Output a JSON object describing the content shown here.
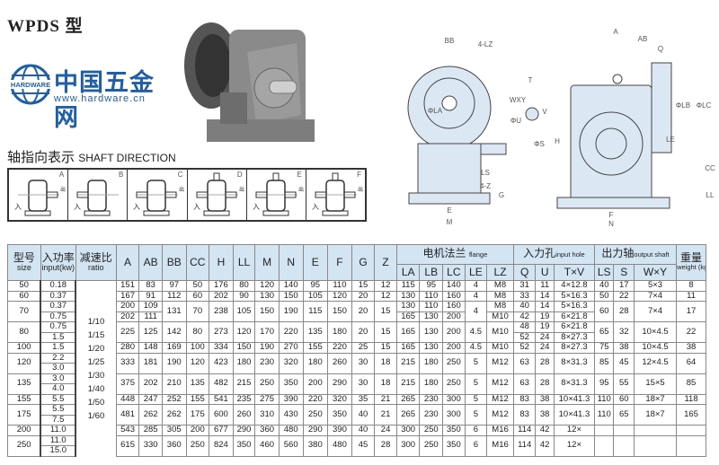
{
  "title": "WPDS 型",
  "shaft_direction": {
    "title_cn": "轴指向表示",
    "title_en": "SHAFT DIRECTION",
    "variants": [
      "A",
      "B",
      "C",
      "D",
      "E",
      "F"
    ],
    "in_label": "入",
    "out_label": "出"
  },
  "drawing_labels": [
    "BB",
    "4-LZ",
    "WXY",
    "T",
    "V",
    "ΦU",
    "ΦS",
    "LS",
    "4-Z",
    "G",
    "E",
    "M",
    "ΦLA",
    "A",
    "AB",
    "Q",
    "H",
    "ΦLB",
    "ΦLC",
    "LE",
    "CC",
    "LL",
    "F",
    "N"
  ],
  "table": {
    "headers": {
      "size_cn": "型号",
      "size_en": "size",
      "input_cn": "入功率",
      "input_en": "input(kw)",
      "ratio_cn": "减速比",
      "ratio_en": "ratio",
      "dims": [
        "A",
        "AB",
        "BB",
        "CC",
        "H",
        "LL",
        "M",
        "N",
        "E",
        "F",
        "G",
        "Z"
      ],
      "flange_cn": "电机法兰",
      "flange_en": "flange",
      "flange_cols": [
        "LA",
        "LB",
        "LC",
        "LE",
        "LZ"
      ],
      "input_hole_cn": "入力孔",
      "input_hole_en": "input hole",
      "input_hole_cols": [
        "Q",
        "U",
        "T×V"
      ],
      "output_cn": "出力轴",
      "output_en": "output shaft",
      "output_cols": [
        "LS",
        "S",
        "W×Y"
      ],
      "weight_cn": "重量",
      "weight_en": "weight (kg)"
    },
    "ratios": [
      "1/10",
      "1/15",
      "1/20",
      "1/25",
      "1/30",
      "1/40",
      "1/50",
      "1/60"
    ],
    "rows": [
      [
        {
          "v": "50"
        },
        {
          "v": "0.18"
        },
        {
          "ratio": true
        },
        "151",
        "83",
        "97",
        "50",
        "176",
        "80",
        "120",
        "140",
        "95",
        "110",
        "15",
        "12",
        "115",
        "95",
        "140",
        "4",
        "M8",
        "31",
        "11",
        "4×12.8",
        "40",
        "17",
        "5×3",
        "8"
      ],
      [
        "60",
        "0.37",
        "167",
        "91",
        "112",
        "60",
        "202",
        "90",
        "130",
        "150",
        "105",
        "120",
        "20",
        "12",
        "130",
        "110",
        "160",
        "4",
        "M8",
        "33",
        "14",
        "5×16.3",
        "50",
        "22",
        "7×4",
        "11"
      ],
      [
        {
          "v": "70",
          "rs": 2
        },
        "0.37",
        "200",
        "109",
        {
          "v": "131",
          "rs": 2
        },
        {
          "v": "70",
          "rs": 2
        },
        {
          "v": "238",
          "rs": 2
        },
        {
          "v": "105",
          "rs": 2
        },
        {
          "v": "150",
          "rs": 2
        },
        {
          "v": "190",
          "rs": 2
        },
        {
          "v": "115",
          "rs": 2
        },
        {
          "v": "150",
          "rs": 2
        },
        {
          "v": "20",
          "rs": 2
        },
        {
          "v": "15",
          "rs": 2
        },
        "130",
        "110",
        "160",
        {
          "v": "4",
          "rs": 2
        },
        "M8",
        "40",
        "14",
        "5×16.3",
        {
          "v": "60",
          "rs": 2
        },
        {
          "v": "28",
          "rs": 2
        },
        {
          "v": "7×4",
          "rs": 2
        },
        {
          "v": "17",
          "rs": 2
        }
      ],
      [
        "0.75",
        "202",
        "111",
        "165",
        "130",
        "200",
        "M10",
        "42",
        "19",
        "6×21.8"
      ],
      [
        {
          "v": "80",
          "rs": 2
        },
        "0.75",
        {
          "v": "225",
          "rs": 2
        },
        {
          "v": "125",
          "rs": 2
        },
        {
          "v": "142",
          "rs": 2
        },
        {
          "v": "80",
          "rs": 2
        },
        {
          "v": "273",
          "rs": 2
        },
        {
          "v": "120",
          "rs": 2
        },
        {
          "v": "170",
          "rs": 2
        },
        {
          "v": "220",
          "rs": 2
        },
        {
          "v": "135",
          "rs": 2
        },
        {
          "v": "180",
          "rs": 2
        },
        {
          "v": "20",
          "rs": 2
        },
        {
          "v": "15",
          "rs": 2
        },
        {
          "v": "165",
          "rs": 2
        },
        {
          "v": "130",
          "rs": 2
        },
        {
          "v": "200",
          "rs": 2
        },
        {
          "v": "4.5",
          "rs": 2
        },
        {
          "v": "M10",
          "rs": 2
        },
        "48",
        "19",
        "6×21.8",
        {
          "v": "65",
          "rs": 2
        },
        {
          "v": "32",
          "rs": 2
        },
        {
          "v": "10×4.5",
          "rs": 2
        },
        {
          "v": "22",
          "rs": 2
        }
      ],
      [
        "1.5",
        "52",
        "24",
        "8×27.3"
      ],
      [
        "100",
        "1.5",
        "280",
        "148",
        "169",
        "100",
        "334",
        "150",
        "190",
        "270",
        "155",
        "220",
        "25",
        "15",
        "165",
        "130",
        "200",
        "4.5",
        "M10",
        "52",
        "24",
        "8×27.3",
        "75",
        "38",
        "10×4.5",
        "38"
      ],
      [
        {
          "v": "120",
          "rs": 2
        },
        "2.2",
        {
          "v": "333",
          "rs": 2
        },
        {
          "v": "181",
          "rs": 2
        },
        {
          "v": "190",
          "rs": 2
        },
        {
          "v": "120",
          "rs": 2
        },
        {
          "v": "423",
          "rs": 2
        },
        {
          "v": "180",
          "rs": 2
        },
        {
          "v": "230",
          "rs": 2
        },
        {
          "v": "320",
          "rs": 2
        },
        {
          "v": "180",
          "rs": 2
        },
        {
          "v": "260",
          "rs": 2
        },
        {
          "v": "30",
          "rs": 2
        },
        {
          "v": "18",
          "rs": 2
        },
        {
          "v": "215",
          "rs": 2
        },
        {
          "v": "180",
          "rs": 2
        },
        {
          "v": "250",
          "rs": 2
        },
        {
          "v": "5",
          "rs": 2
        },
        {
          "v": "M12",
          "rs": 2
        },
        {
          "v": "63",
          "rs": 2
        },
        {
          "v": "28",
          "rs": 2
        },
        {
          "v": "8×31.3",
          "rs": 2
        },
        {
          "v": "85",
          "rs": 2
        },
        {
          "v": "45",
          "rs": 2
        },
        {
          "v": "12×4.5",
          "rs": 2
        },
        {
          "v": "64",
          "rs": 2
        }
      ],
      [
        "3.0"
      ],
      [
        {
          "v": "135",
          "rs": 2
        },
        "3.0",
        {
          "v": "375",
          "rs": 2
        },
        {
          "v": "202",
          "rs": 2
        },
        {
          "v": "210",
          "rs": 2
        },
        {
          "v": "135",
          "rs": 2
        },
        {
          "v": "482",
          "rs": 2
        },
        {
          "v": "215",
          "rs": 2
        },
        {
          "v": "250",
          "rs": 2
        },
        {
          "v": "350",
          "rs": 2
        },
        {
          "v": "200",
          "rs": 2
        },
        {
          "v": "290",
          "rs": 2
        },
        {
          "v": "30",
          "rs": 2
        },
        {
          "v": "18",
          "rs": 2
        },
        {
          "v": "215",
          "rs": 2
        },
        {
          "v": "180",
          "rs": 2
        },
        {
          "v": "250",
          "rs": 2
        },
        {
          "v": "5",
          "rs": 2
        },
        {
          "v": "M12",
          "rs": 2
        },
        {
          "v": "63",
          "rs": 2
        },
        {
          "v": "28",
          "rs": 2
        },
        {
          "v": "8×31.3",
          "rs": 2
        },
        {
          "v": "95",
          "rs": 2
        },
        {
          "v": "55",
          "rs": 2
        },
        {
          "v": "15×5",
          "rs": 2
        },
        {
          "v": "85",
          "rs": 2
        }
      ],
      [
        "4.0"
      ],
      [
        "155",
        "5.5",
        "448",
        "247",
        "252",
        "155",
        "541",
        "235",
        "275",
        "390",
        "220",
        "320",
        "35",
        "21",
        "265",
        "230",
        "300",
        "5",
        "M12",
        "83",
        "38",
        "10×41.3",
        "110",
        "60",
        "18×7",
        "118"
      ],
      [
        {
          "v": "175",
          "rs": 2
        },
        "5.5",
        {
          "v": "481",
          "rs": 2
        },
        {
          "v": "262",
          "rs": 2
        },
        {
          "v": "262",
          "rs": 2
        },
        {
          "v": "175",
          "rs": 2
        },
        {
          "v": "600",
          "rs": 2
        },
        {
          "v": "260",
          "rs": 2
        },
        {
          "v": "310",
          "rs": 2
        },
        {
          "v": "430",
          "rs": 2
        },
        {
          "v": "250",
          "rs": 2
        },
        {
          "v": "350",
          "rs": 2
        },
        {
          "v": "40",
          "rs": 2
        },
        {
          "v": "21",
          "rs": 2
        },
        {
          "v": "265",
          "rs": 2
        },
        {
          "v": "230",
          "rs": 2
        },
        {
          "v": "300",
          "rs": 2
        },
        {
          "v": "5",
          "rs": 2
        },
        {
          "v": "M12",
          "rs": 2
        },
        {
          "v": "83",
          "rs": 2
        },
        {
          "v": "38",
          "rs": 2
        },
        {
          "v": "10×41.3",
          "rs": 2
        },
        {
          "v": "110",
          "rs": 2
        },
        {
          "v": "65",
          "rs": 2
        },
        {
          "v": "18×7",
          "rs": 2
        },
        {
          "v": "165",
          "rs": 2
        }
      ],
      [
        "7.5"
      ],
      [
        "200",
        "11.0",
        "543",
        "285",
        "305",
        "200",
        "677",
        "290",
        "360",
        "480",
        "290",
        "390",
        "40",
        "24",
        "300",
        "250",
        "350",
        "6",
        "M16",
        "114",
        "42",
        "12×",
        "",
        "",
        "",
        ""
      ],
      [
        {
          "v": "250",
          "rs": 2
        },
        "11.0",
        {
          "v": "615",
          "rs": 2
        },
        {
          "v": "330",
          "rs": 2
        },
        {
          "v": "360",
          "rs": 2
        },
        {
          "v": "250",
          "rs": 2
        },
        {
          "v": "824",
          "rs": 2
        },
        {
          "v": "350",
          "rs": 2
        },
        {
          "v": "460",
          "rs": 2
        },
        {
          "v": "560",
          "rs": 2
        },
        {
          "v": "380",
          "rs": 2
        },
        {
          "v": "480",
          "rs": 2
        },
        {
          "v": "45",
          "rs": 2
        },
        {
          "v": "28",
          "rs": 2
        },
        {
          "v": "300",
          "rs": 2
        },
        {
          "v": "250",
          "rs": 2
        },
        {
          "v": "350",
          "rs": 2
        },
        {
          "v": "6",
          "rs": 2
        },
        {
          "v": "M16",
          "rs": 2
        },
        {
          "v": "114",
          "rs": 2
        },
        {
          "v": "42",
          "rs": 2
        },
        {
          "v": "12×",
          "rs": 2
        },
        {
          "v": "",
          "rs": 2
        },
        {
          "v": "",
          "rs": 2
        },
        {
          "v": "",
          "rs": 2
        },
        {
          "v": "",
          "rs": 2
        }
      ],
      [
        "15.0"
      ]
    ]
  },
  "watermark": {
    "cn": "中国五金网",
    "url": "www.hardware.cn",
    "badge": "HARDWARE"
  },
  "colors": {
    "header_bg": "#d3e5f3",
    "watermark": "#1f5fa8",
    "drawing_fill": "#dbe8f4"
  }
}
